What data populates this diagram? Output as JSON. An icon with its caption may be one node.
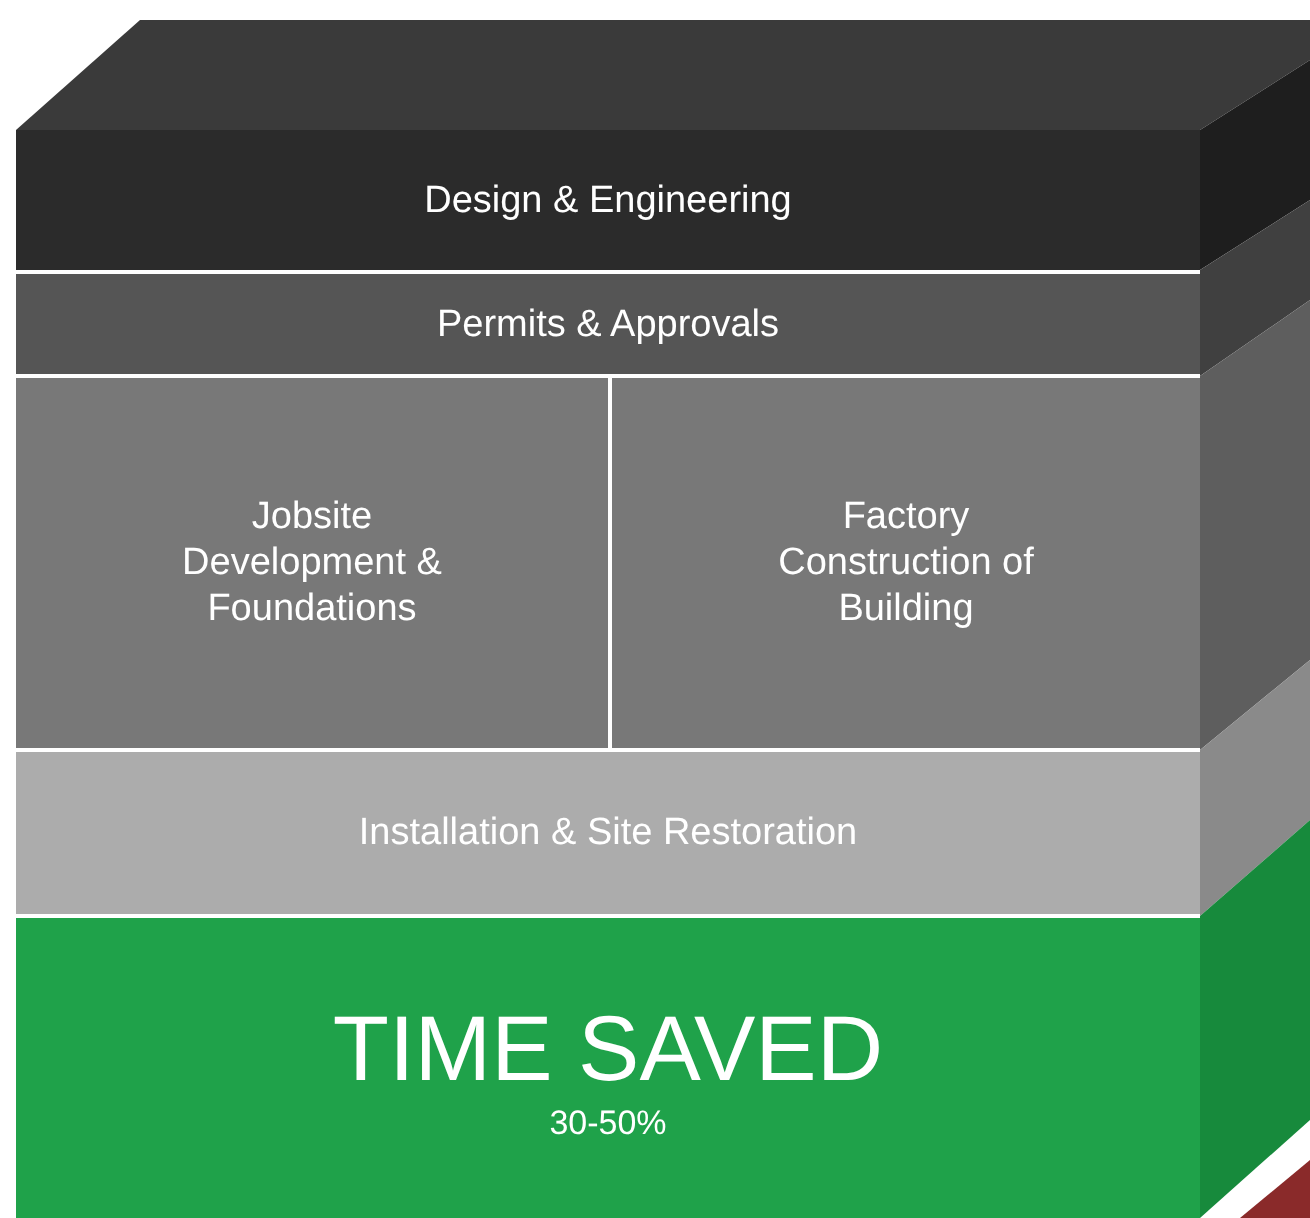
{
  "diagram": {
    "nodes": [
      {
        "text": [
          "Design & Engineering"
        ]
      },
      {
        "text": [
          "Permits & Approvals"
        ]
      },
      {
        "text": [
          "Jobsite Development & Foundations"
        ]
      },
      {
        "text": [
          "Factory Construction of Building"
        ]
      },
      {
        "text": [
          "Installation & Site Restoration"
        ]
      },
      {
        "text": [
          "TIME SAVED",
          "30-50%"
        ]
      }
    ]
  }
}
